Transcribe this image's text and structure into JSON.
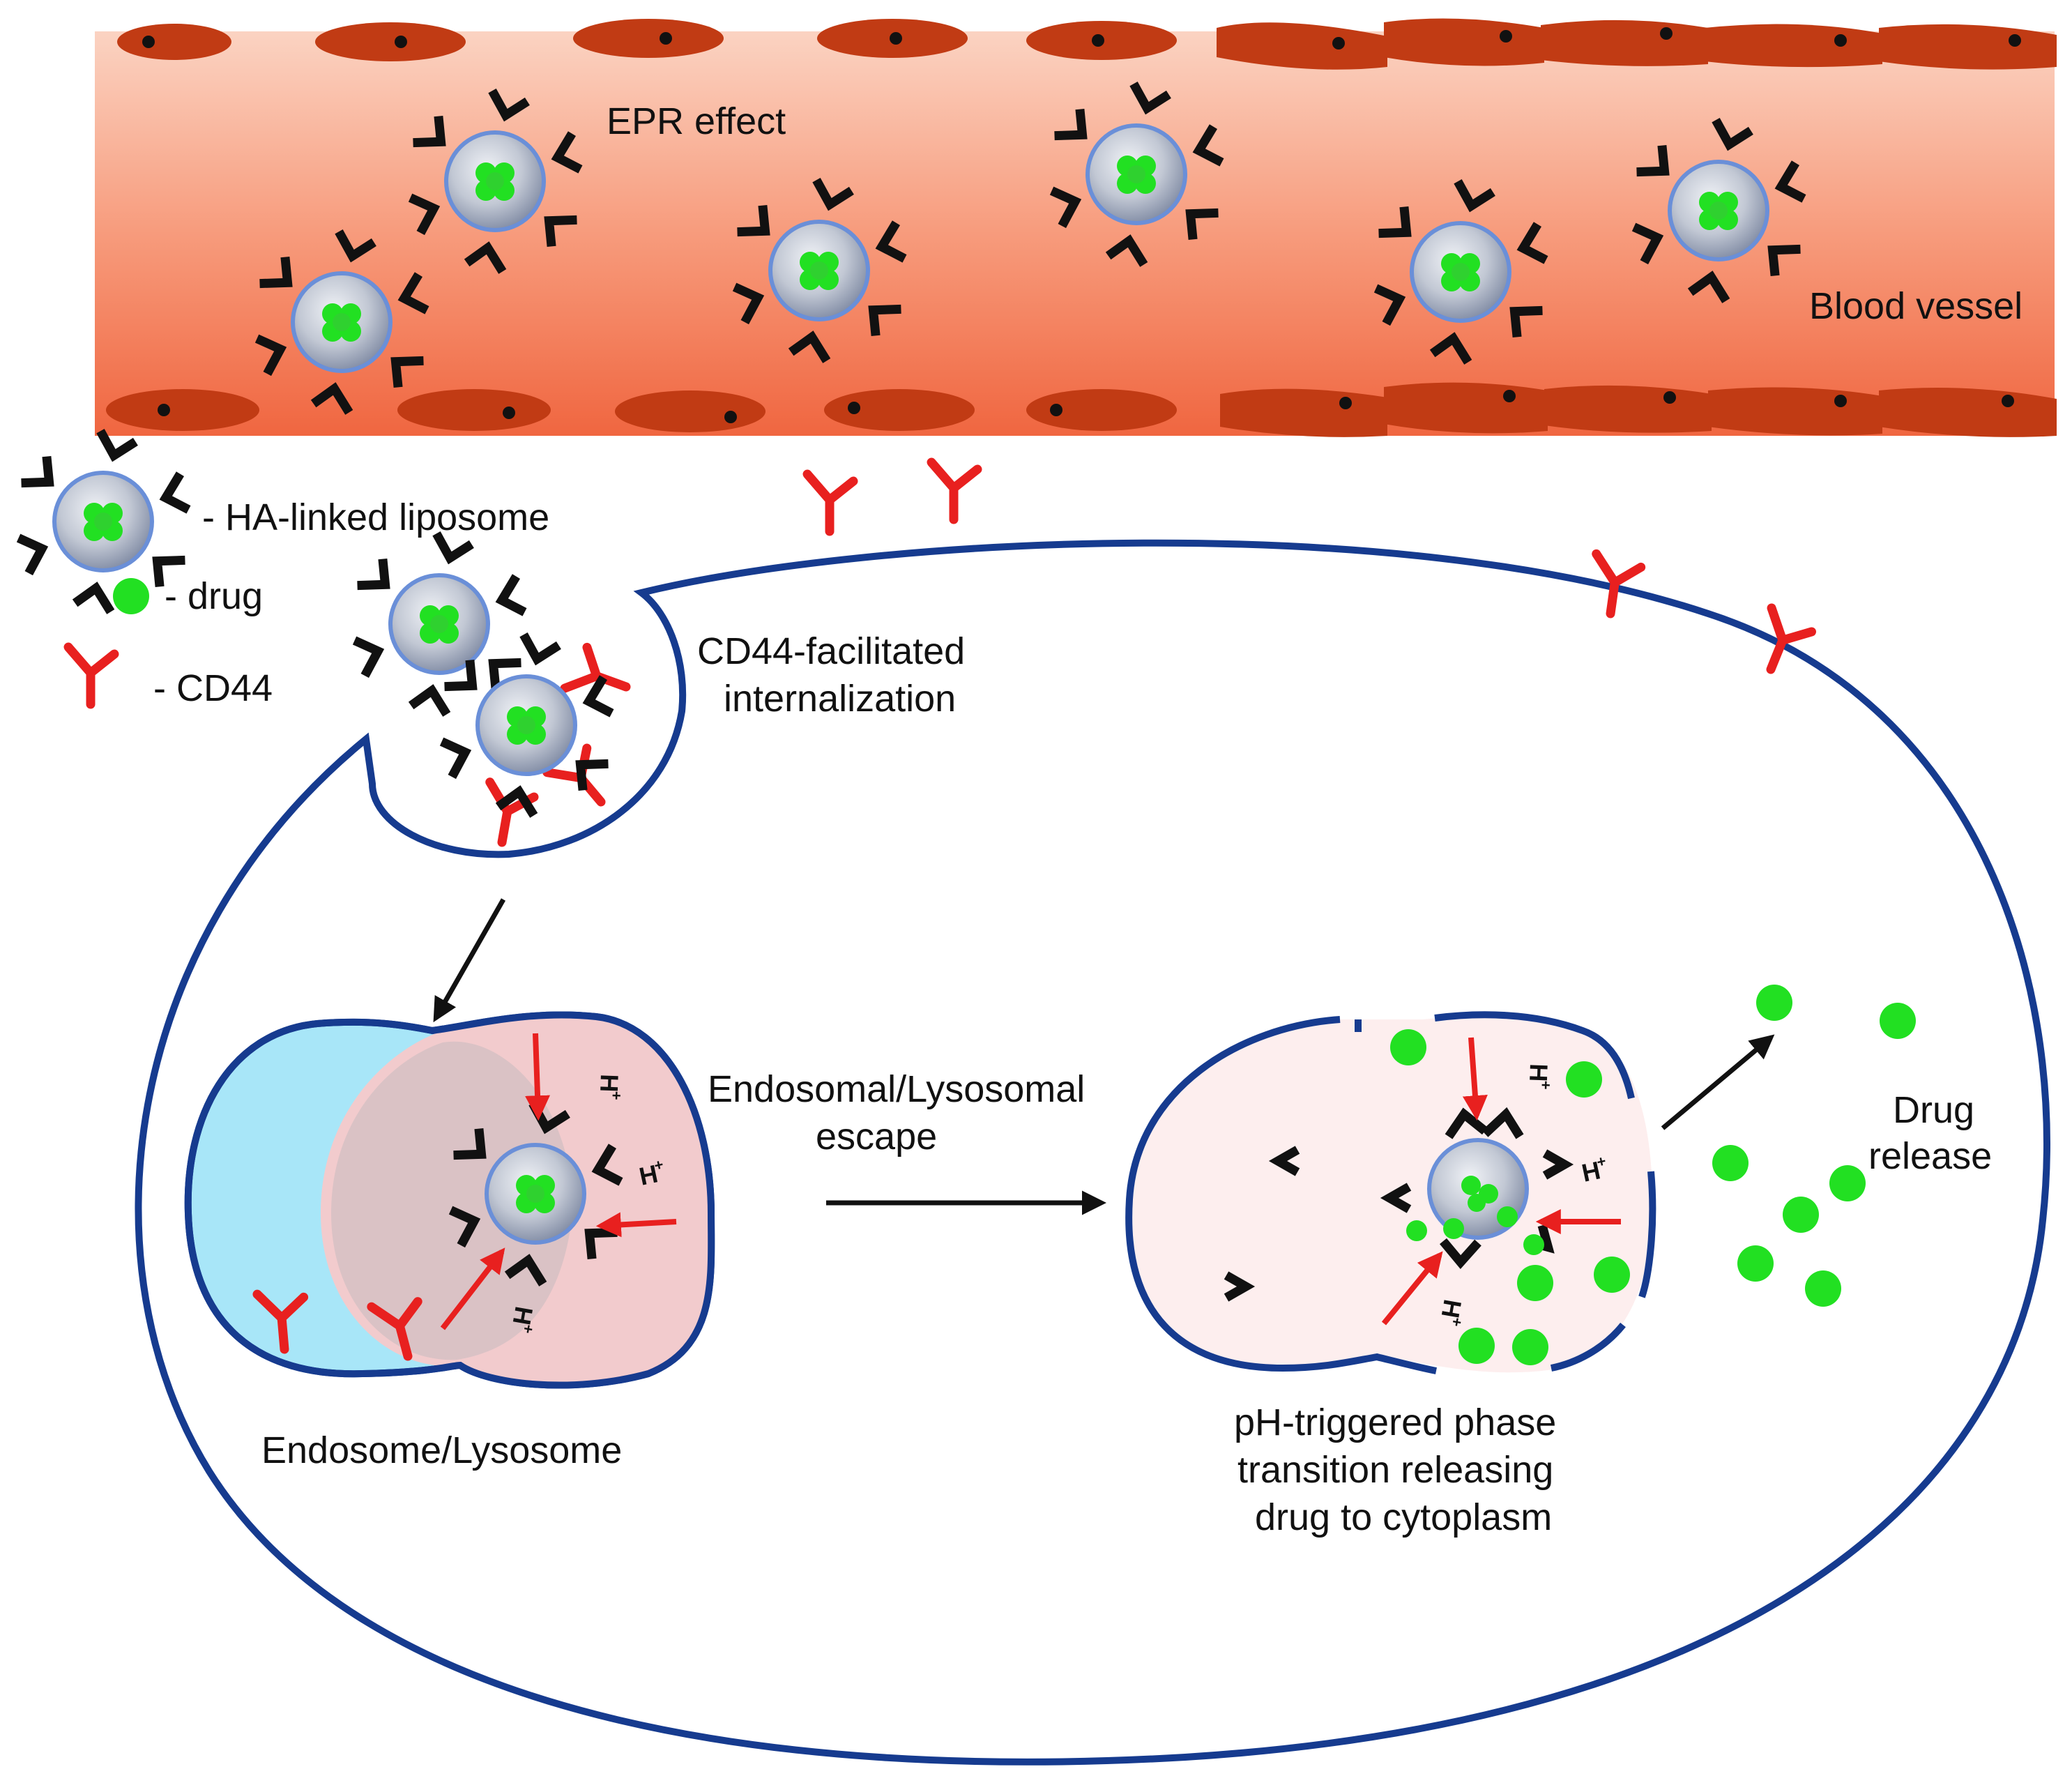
{
  "labels": {
    "epr_effect": "EPR effect",
    "blood_vessel": "Blood vessel",
    "cd44_internalization_line1": "CD44-facilitated",
    "cd44_internalization_line2": "internalization",
    "endosomal_escape_line1": "Endosomal/Lysosomal",
    "endosomal_escape_line2": "escape",
    "endosome_lysosome": "Endosome/Lysosome",
    "drug_release_line1": "Drug",
    "drug_release_line2": "release",
    "ph_triggered_line1": "pH-triggered phase",
    "ph_triggered_line2": "transition releasing",
    "ph_triggered_line3": "drug to cytoplasm",
    "proton": "H",
    "proton_charge": "+"
  },
  "legend": {
    "liposome": "- HA-linked liposome",
    "drug": "- drug",
    "cd44": "- CD44"
  },
  "colors": {
    "vessel_top": "#f8c7b4",
    "vessel_bottom": "#f26a46",
    "endothelial_cell": "#c13b14",
    "membrane": "#163b8f",
    "cd44_receptor": "#e8201f",
    "drug": "#22e022",
    "arrow": "#111111",
    "h_arrow": "#e8201f",
    "liposome": "#a8b2c6",
    "endosome_blue": "#a8e6f8",
    "endosome_pink": "#f8c9c9",
    "escape_vesicle": "#fdeeee"
  },
  "icons": {
    "liposome": "liposome-icon",
    "drug": "drug-dot-icon",
    "receptor": "cd44-receptor-icon"
  }
}
